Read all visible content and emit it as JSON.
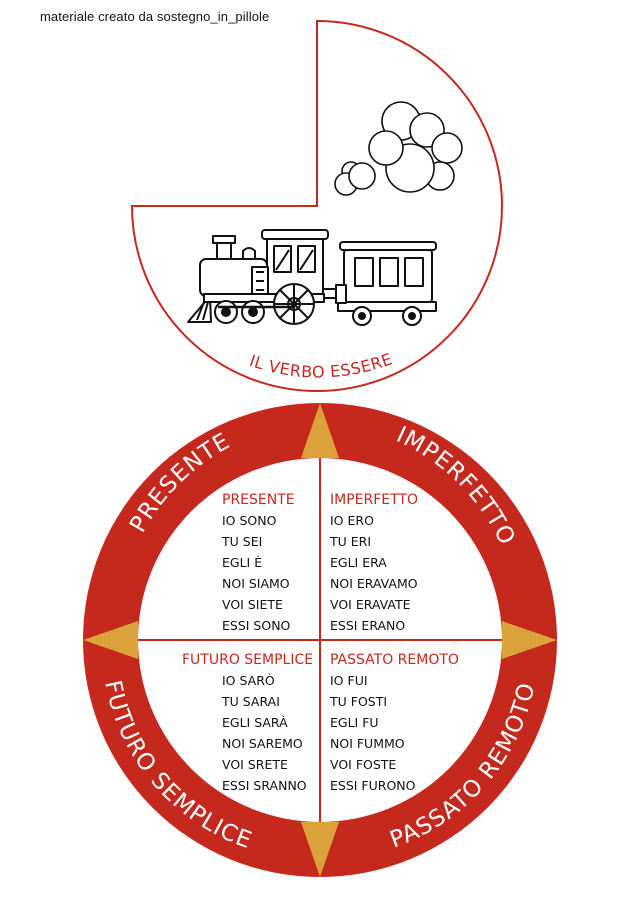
{
  "credit": "materiale creato da sostegno_in_pillole",
  "title": "IL VERBO ESSERE",
  "colors": {
    "ring": "#c5281c",
    "arrow": "#dca23a",
    "line": "#111111"
  },
  "ring_labels": {
    "presente": "PRESENTE",
    "imperfetto": "IMPERFETTO",
    "passato_remoto": "PASSATO REMOTO",
    "futuro_semplice": "FUTURO SEMPLICE"
  },
  "tenses": {
    "presente": {
      "title": "PRESENTE",
      "forms": [
        "IO SONO",
        "TU SEI",
        "EGLI È",
        "NOI SIAMO",
        "VOI SIETE",
        "ESSI SONO"
      ]
    },
    "imperfetto": {
      "title": "IMPERFETTO",
      "forms": [
        "IO ERO",
        "TU ERI",
        "EGLI ERA",
        "NOI ERAVAMO",
        "VOI ERAVATE",
        "ESSI ERANO"
      ]
    },
    "futuro_semplice": {
      "title": "FUTURO SEMPLICE",
      "forms": [
        "IO SARÒ",
        "TU SARAI",
        "EGLI SARÀ",
        "NOI SAREMO",
        "VOI SRETE",
        "ESSI SRANNO"
      ]
    },
    "passato_remoto": {
      "title": "PASSATO REMOTO",
      "forms": [
        "IO FUI",
        "TU FOSTI",
        "EGLI FU",
        "NOI FUMMO",
        "VOI FOSTE",
        "ESSI FURONO"
      ]
    }
  }
}
